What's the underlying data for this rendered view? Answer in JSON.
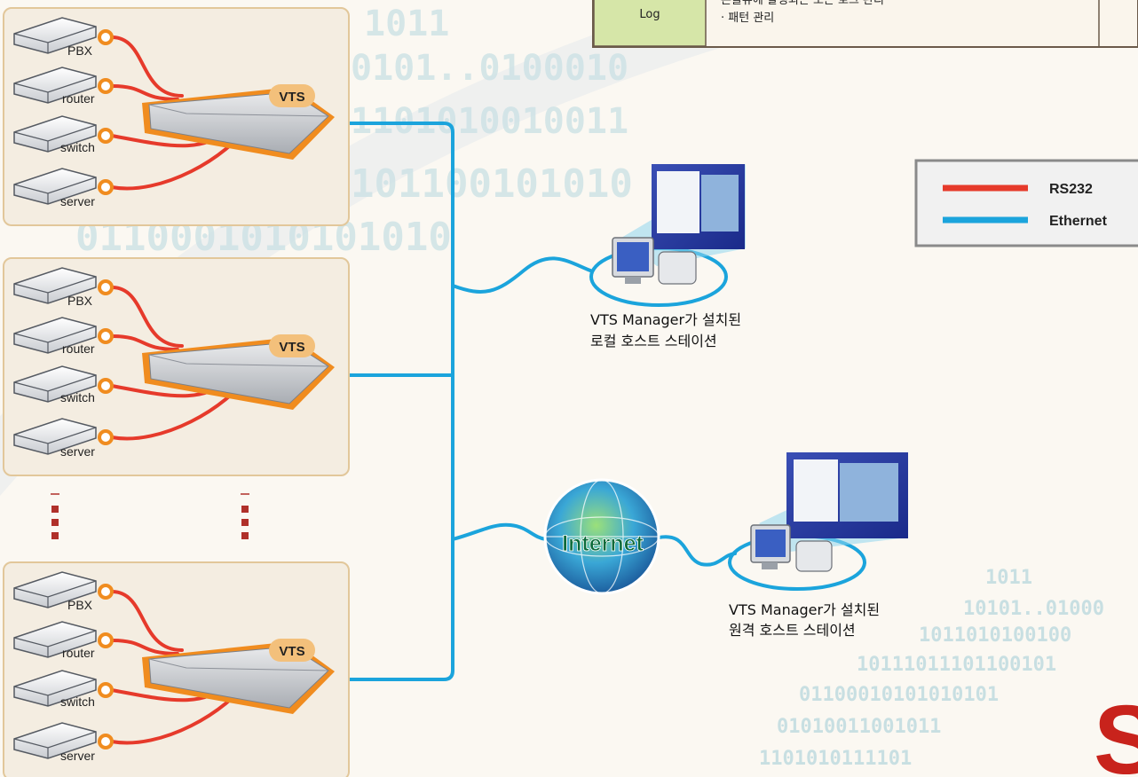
{
  "table": {
    "log_label": "Log",
    "line1": "콘솔뷰에 발생되는 모든 로그 관리",
    "line2": "· 패턴 관리"
  },
  "groups": [
    {
      "devices": [
        "PBX",
        "router",
        "switch",
        "server"
      ],
      "vts_label": "VTS"
    },
    {
      "devices": [
        "PBX",
        "router",
        "switch",
        "server"
      ],
      "vts_label": "VTS"
    },
    {
      "devices": [
        "PBX",
        "router",
        "switch",
        "server"
      ],
      "vts_label": "VTS"
    }
  ],
  "legend": {
    "items": [
      {
        "label": "RS232",
        "color": "#e63a2b"
      },
      {
        "label": "Ethernet",
        "color": "#1ba4dc"
      }
    ]
  },
  "stations": {
    "local_line1": "VTS Manager가 설치된",
    "local_line2": "로컬 호스트 스테이션",
    "remote_line1": "VTS Manager가 설치된",
    "remote_line2": "원격 호스트 스테이션"
  },
  "internet_label": "Internet",
  "binary": {
    "top": [
      "1011",
      "0101..0100010",
      "1101010010011",
      "101100101010",
      "0110001010101010"
    ],
    "bottom": [
      "1011",
      "10101..01000",
      "1011010100100",
      "10111011101100101",
      "01100010101010101",
      "01010011001011",
      "1101010111101"
    ]
  },
  "corner_letter": "S",
  "colors": {
    "rs232": "#e63a2b",
    "ethernet": "#1ba4dc",
    "accent_orange": "#f08c1f",
    "group_bg": "#f4ede1",
    "group_border": "#e2c79a"
  }
}
